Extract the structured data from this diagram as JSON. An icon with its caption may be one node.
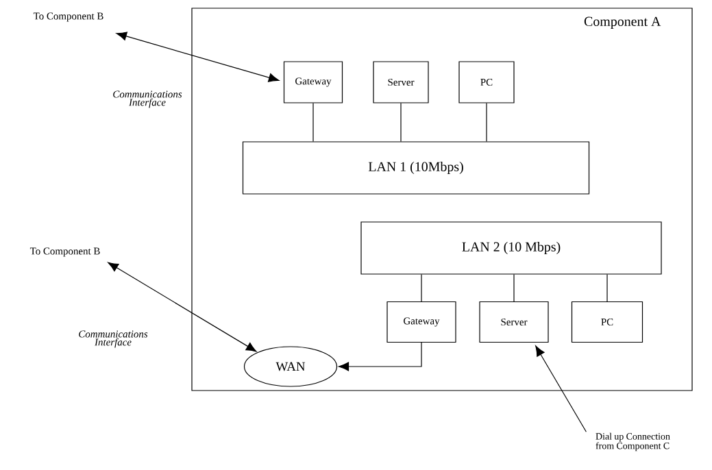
{
  "diagram": {
    "nodes": [
      {
        "text": [
          "Component A"
        ]
      },
      {
        "text": [
          "Gateway"
        ],
        "in": 0
      },
      {
        "text": [
          "Server"
        ],
        "in": 0
      },
      {
        "text": [
          "PC"
        ],
        "in": 0
      },
      {
        "text": [
          "LAN 1 (10Mbps)"
        ],
        "in": 0
      },
      {
        "text": [
          "LAN 2 (10 Mbps)"
        ],
        "in": 0
      },
      {
        "text": [
          "Gateway"
        ],
        "in": 0
      },
      {
        "text": [
          "Server"
        ],
        "in": 0
      },
      {
        "text": [
          "PC"
        ],
        "in": 0
      },
      {
        "text": [
          "WAN"
        ],
        "in": 0
      },
      {
        "text": [
          "To Component B"
        ]
      },
      {
        "text": [
          "To Component B"
        ]
      },
      {
        "text": [
          "Dial up Connection from Component C"
        ]
      }
    ],
    "edges": [
      {
        "from": 10,
        "to": 1,
        "arrow": "both"
      },
      {
        "from": 1,
        "to": 4,
        "arrow": "none"
      },
      {
        "from": 2,
        "to": 4,
        "arrow": "none"
      },
      {
        "from": 3,
        "to": 4,
        "arrow": "none"
      },
      {
        "from": 5,
        "to": 6,
        "arrow": "none"
      },
      {
        "from": 5,
        "to": 7,
        "arrow": "none"
      },
      {
        "from": 5,
        "to": 8,
        "arrow": "none"
      },
      {
        "from": 6,
        "to": 9,
        "arrow": "to"
      },
      {
        "from": 11,
        "to": 9,
        "arrow": "both"
      },
      {
        "from": 12,
        "to": 7,
        "arrow": "to"
      }
    ],
    "labels": [
      "Communications Interface",
      "Communications Interface"
    ]
  }
}
